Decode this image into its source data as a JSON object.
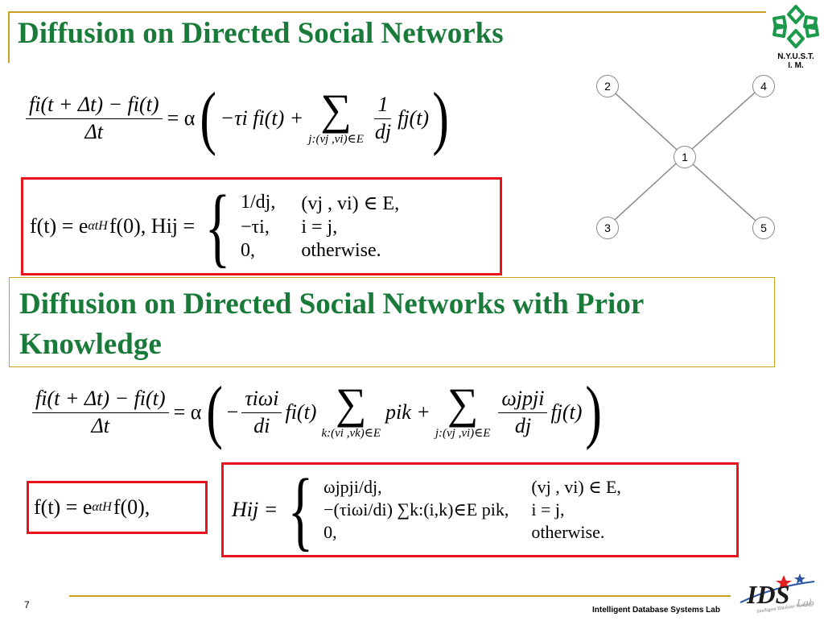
{
  "slide": {
    "title": "Diffusion on Directed Social Networks",
    "logo": {
      "text_line1": "N.Y.U.S.T.",
      "text_line2": "I. M.",
      "colors": {
        "green": "#1a9a4a"
      }
    },
    "subtitle": "Diffusion on Directed Social Networks with Prior Knowledge",
    "page_number": "7",
    "footer_text": "Intelligent Database Systems Lab",
    "footer_logo": {
      "text": "IDS",
      "sub": "Lab",
      "tagline": "Intelligent Database Systems"
    },
    "colors": {
      "title": "#1a7a3a",
      "accent": "#c8a020",
      "red": "#e8141c"
    }
  },
  "eq1": {
    "lhs_num": "fi(t + Δt) − fi(t)",
    "lhs_den": "Δt",
    "equals_alpha": "= α",
    "term1": "−τi fi(t) +",
    "sum_sub": "j:(vj ,vi)∈E",
    "frac_num": "1",
    "frac_den": "dj",
    "term2": "fj(t)"
  },
  "eq2": {
    "lhs": "f(t) = e",
    "exp": "αtH",
    "rhs": "f(0), Hij =",
    "cases": [
      {
        "value": "1/dj,",
        "cond": "(vj , vi) ∈ E,"
      },
      {
        "value": "−τi,",
        "cond": "i = j,"
      },
      {
        "value": "0,",
        "cond": "otherwise."
      }
    ]
  },
  "graph": {
    "nodes": [
      "1",
      "2",
      "3",
      "4",
      "5"
    ]
  },
  "eq3": {
    "lhs_num": "fi(t + Δt) − fi(t)",
    "lhs_den": "Δt",
    "equals_alpha": "= α",
    "minus": "−",
    "frac1_num": "τiωi",
    "frac1_den": "di",
    "fi": "fi(t)",
    "sum1_sub": "k:(vi ,vk)∈E",
    "pik": "pik +",
    "sum2_sub": "j:(vj ,vi)∈E",
    "frac2_num": "ωjpji",
    "frac2_den": "dj",
    "fj": "fj(t)"
  },
  "eq4": {
    "lhs": "f(t) = e",
    "exp": "αtH",
    "rhs": "f(0),",
    "hij": "Hij =",
    "cases": [
      {
        "value": "ωjpji/dj,",
        "cond": "(vj , vi) ∈ E,"
      },
      {
        "value": "−(τiωi/di) ∑k:(i,k)∈E pik,",
        "cond": "i = j,"
      },
      {
        "value": "0,",
        "cond": "otherwise."
      }
    ]
  }
}
